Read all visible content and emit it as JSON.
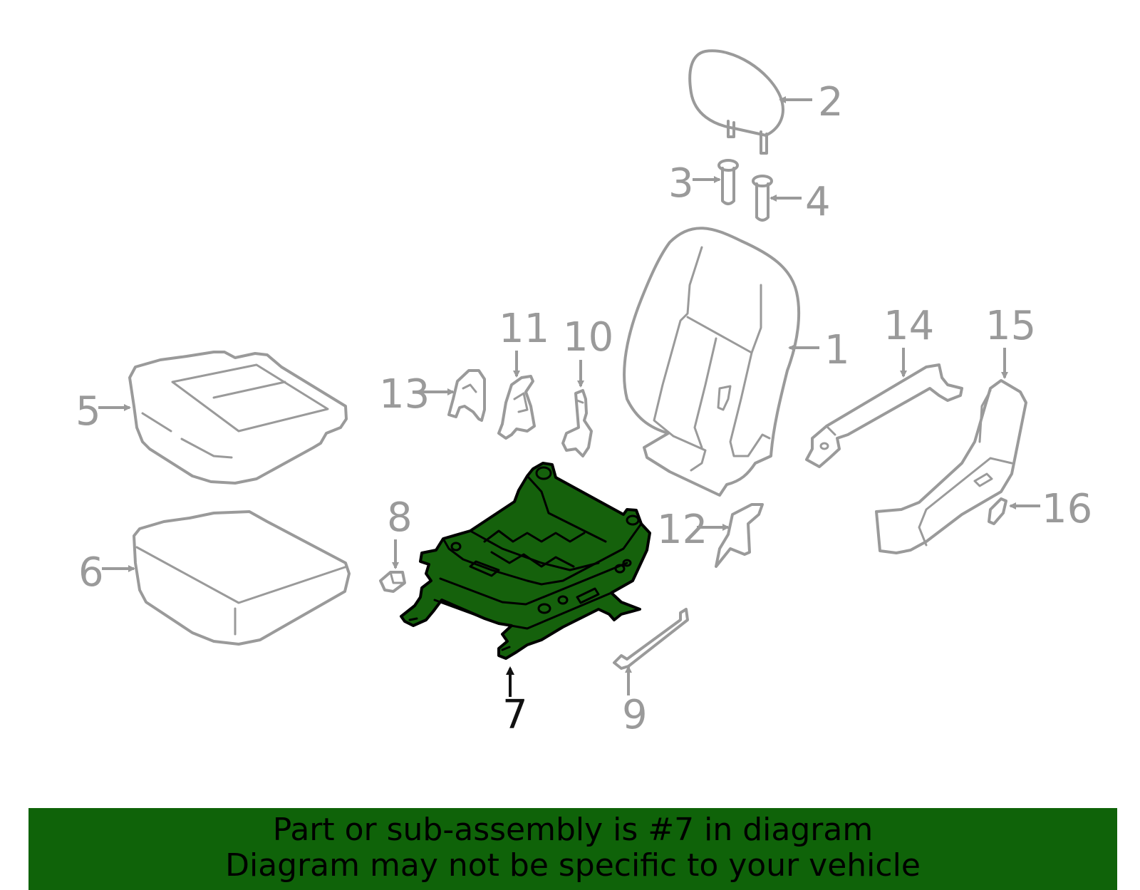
{
  "diagram": {
    "labels": {
      "p1": "1",
      "p2": "2",
      "p3": "3",
      "p4": "4",
      "p5": "5",
      "p6": "6",
      "p7": "7",
      "p8": "8",
      "p9": "9",
      "p10": "10",
      "p11": "11",
      "p12": "12",
      "p13": "13",
      "p14": "14",
      "p15": "15",
      "p16": "16"
    },
    "highlighted_part": "7",
    "colors": {
      "outline": "#9a9a9a",
      "highlight_fill": "#15610c",
      "banner": "#0f6309"
    }
  },
  "banner": {
    "line1": "Part or sub-assembly is #7 in diagram",
    "line2": "Diagram may not be specific to your vehicle"
  }
}
